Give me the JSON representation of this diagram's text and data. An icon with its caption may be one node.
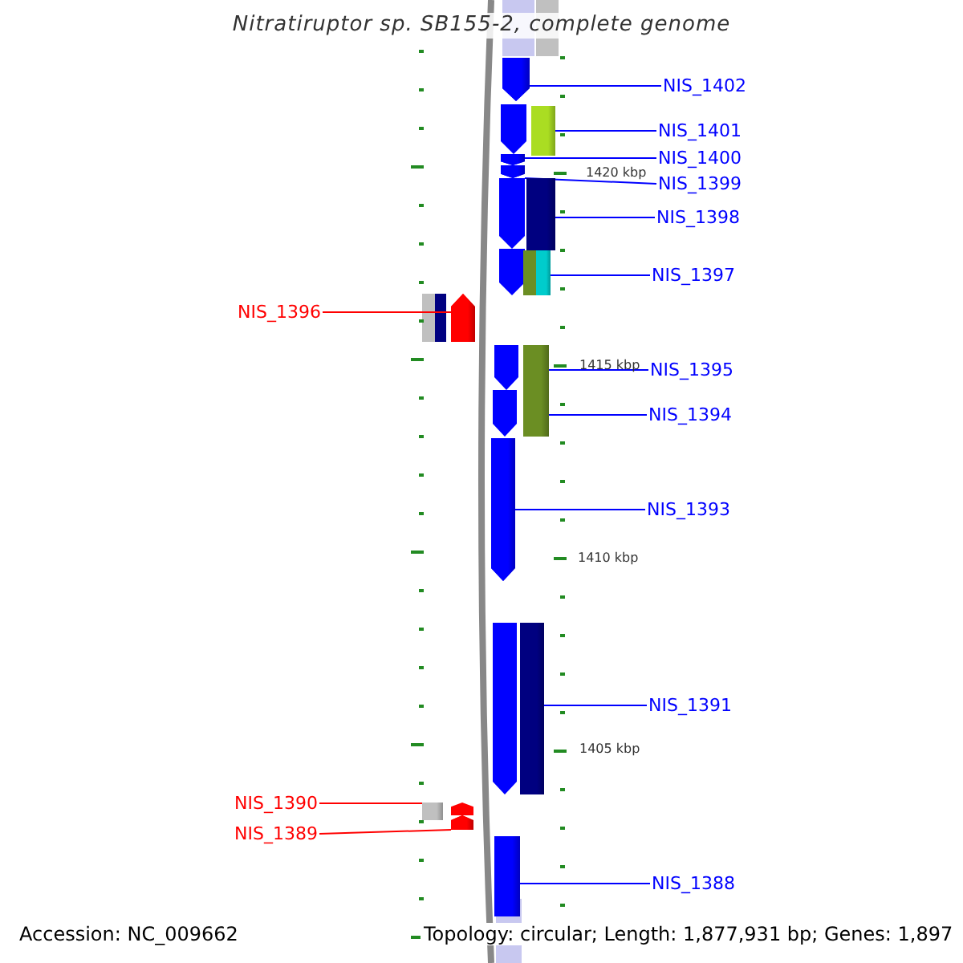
{
  "diagram": {
    "title": "Nitratiruptor sp. SB155-2, complete genome",
    "nodes": [
      {
        "text": [
          "NIS_1402"
        ]
      },
      {
        "text": [
          "NIS_1401"
        ]
      },
      {
        "text": [
          "NIS_1400"
        ]
      },
      {
        "text": [
          "NIS_1399"
        ]
      },
      {
        "text": [
          "NIS_1398"
        ]
      },
      {
        "text": [
          "NIS_1397"
        ]
      },
      {
        "text": [
          "NIS_1396"
        ]
      },
      {
        "text": [
          "NIS_1395"
        ]
      },
      {
        "text": [
          "NIS_1394"
        ]
      },
      {
        "text": [
          "NIS_1393"
        ]
      },
      {
        "text": [
          "NIS_1391"
        ]
      },
      {
        "text": [
          "NIS_1390"
        ]
      },
      {
        "text": [
          "NIS_1389"
        ]
      },
      {
        "text": [
          "NIS_1388"
        ]
      },
      {
        "text": [],
        "shape": "arrow"
      },
      {
        "text": [],
        "shape": "box"
      },
      {
        "text": [],
        "shape": "arrow"
      },
      {
        "text": [],
        "shape": "arrow"
      },
      {
        "text": [],
        "shape": "box"
      },
      {
        "text": [],
        "shape": "box"
      },
      {
        "text": [],
        "shape": "arrow"
      },
      {
        "text": [],
        "shape": "box"
      },
      {
        "text": [],
        "shape": "box"
      },
      {
        "text": [],
        "shape": "arrow"
      },
      {
        "text": [],
        "shape": "box"
      },
      {
        "text": [],
        "shape": "box"
      },
      {
        "text": [],
        "shape": "arrow"
      },
      {
        "text": [],
        "shape": "box"
      }
    ],
    "edges": [
      {
        "from": 0,
        "to": 14,
        "arrow": "none"
      },
      {
        "from": 1,
        "to": 15,
        "arrow": "none"
      },
      {
        "from": 2,
        "to": 16,
        "arrow": "none"
      },
      {
        "from": 3,
        "to": 17,
        "arrow": "none"
      },
      {
        "from": 4,
        "to": 18,
        "arrow": "none"
      },
      {
        "from": 5,
        "to": 19,
        "arrow": "none"
      },
      {
        "from": 6,
        "to": 20,
        "arrow": "none",
        "color": "#ff0000"
      },
      {
        "from": 7,
        "to": 21,
        "arrow": "none"
      },
      {
        "from": 8,
        "to": 22,
        "arrow": "none"
      },
      {
        "from": 9,
        "to": 23,
        "arrow": "none"
      },
      {
        "from": 10,
        "to": 24,
        "arrow": "none"
      },
      {
        "from": 11,
        "to": 25,
        "arrow": "none",
        "color": "#ff0000"
      },
      {
        "from": 12,
        "to": 26,
        "arrow": "none",
        "color": "#ff0000"
      },
      {
        "from": 13,
        "to": 27,
        "arrow": "none"
      }
    ],
    "labels": [
      "1420 kbp",
      "1415 kbp",
      "1410 kbp",
      "1405 kbp",
      "Accession: NC_009662",
      "Topology: circular; Length: 1,877,931 bp; Genes: 1,897"
    ]
  }
}
